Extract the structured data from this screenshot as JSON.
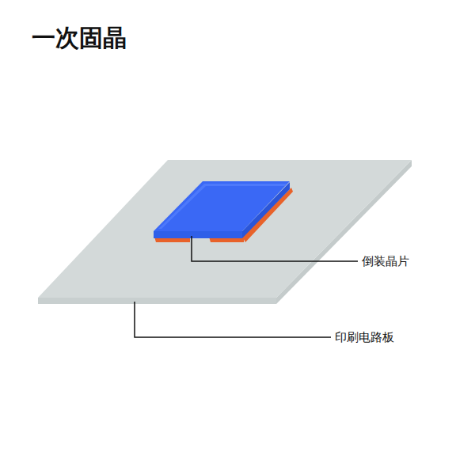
{
  "diagram": {
    "title": "一次固晶",
    "labels": [
      "倒装晶片",
      "印刷电路板"
    ]
  }
}
